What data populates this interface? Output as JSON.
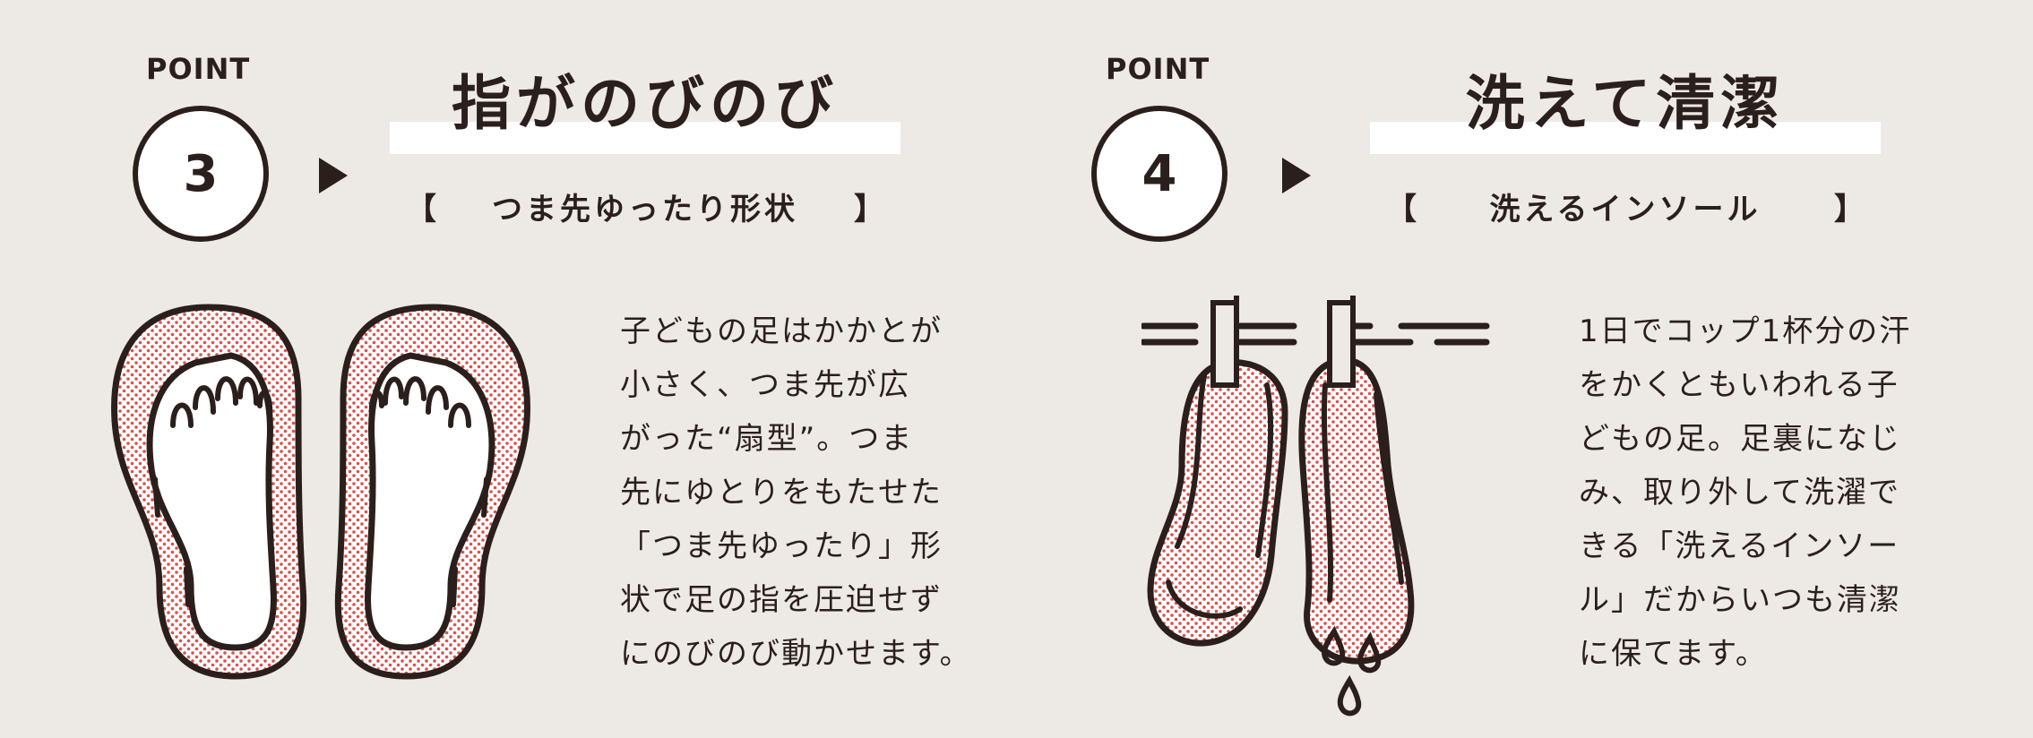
{
  "left": {
    "point_label": "POINT",
    "point_number": "3",
    "title": "指がのびのび",
    "subtitle_open": "【",
    "subtitle": "つま先ゆったり形状",
    "subtitle_close": "】",
    "body_lines": [
      "子どもの足はかかとが",
      "小さく、つま先が広",
      "がった“扇型”。つま",
      "先にゆとりをもたせた",
      "「つま先ゆったり」形",
      "状で足の指を圧迫せず",
      "にのびのび動かせます。"
    ],
    "illustration_icon": "insole-pair-icon"
  },
  "right": {
    "point_label": "POINT",
    "point_number": "4",
    "title": "洗えて清潔",
    "subtitle_open": "【",
    "subtitle": "洗えるインソール",
    "subtitle_close": "】",
    "body_lines": [
      "1日でコップ1杯分の汗",
      "をかくともいわれる子",
      "どもの足。足裏になじ",
      "み、取り外して洗濯で",
      "きる「洗えるインソー",
      "ル」だからいつも清潔",
      "に保てます。"
    ],
    "illustration_icon": "hanging-insoles-icon"
  },
  "colors": {
    "background": "#edeae5",
    "ink": "#2b1f1c",
    "dots": "#d9534f",
    "white": "#ffffff"
  }
}
